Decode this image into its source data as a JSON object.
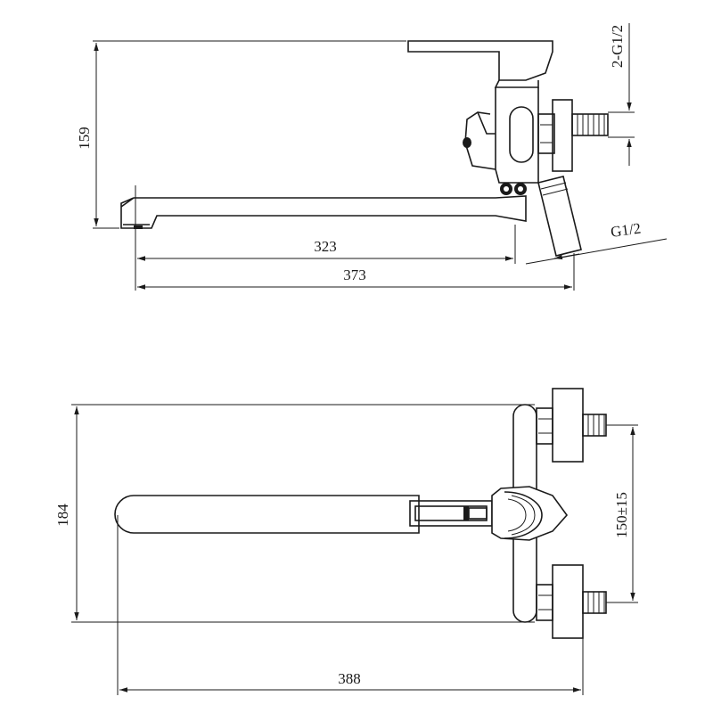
{
  "side_view": {
    "height_dim": "159",
    "spout_reach_dim": "323",
    "overall_length_dim": "373",
    "inlet_thread_label": "G1/2",
    "outlet_thread_label": "2-G1/2"
  },
  "top_view": {
    "depth_dim": "184",
    "center_distance_dim": "150±15",
    "overall_length_dim": "388"
  }
}
